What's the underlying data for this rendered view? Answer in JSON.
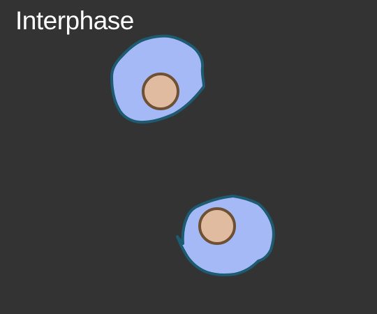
{
  "diagram": {
    "phase_label": "Interphase",
    "colors": {
      "background": "#333333",
      "cytoplasm": "#a4b9f5",
      "membrane": "#1e5a70",
      "nucleus": "#e0bb9f",
      "nucleus_outline": "#6e5134",
      "label": "#ffffff"
    },
    "cells": [
      {
        "name": "cell-upper"
      },
      {
        "name": "cell-lower"
      }
    ]
  }
}
